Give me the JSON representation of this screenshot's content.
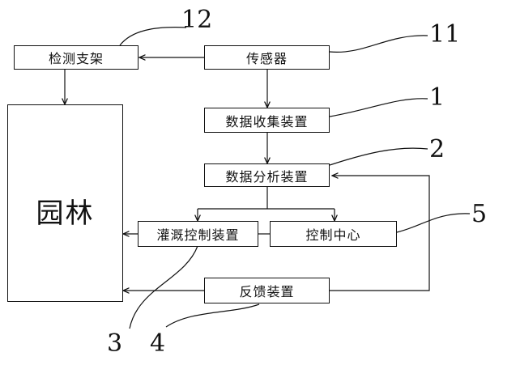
{
  "diagram": {
    "boxes": {
      "detection_bracket": "检测支架",
      "sensor": "传感器",
      "data_collection": "数据收集装置",
      "data_analysis": "数据分析装置",
      "irrigation_control": "灌溉控制装置",
      "control_center": "控制中心",
      "feedback": "反馈装置",
      "garden": "园林"
    },
    "reference_numbers": {
      "n12": "12",
      "n11": "11",
      "n1": "1",
      "n2": "2",
      "n5": "5",
      "n3": "3",
      "n4": "4"
    },
    "colors": {
      "line": "#111111",
      "background": "#ffffff"
    }
  }
}
